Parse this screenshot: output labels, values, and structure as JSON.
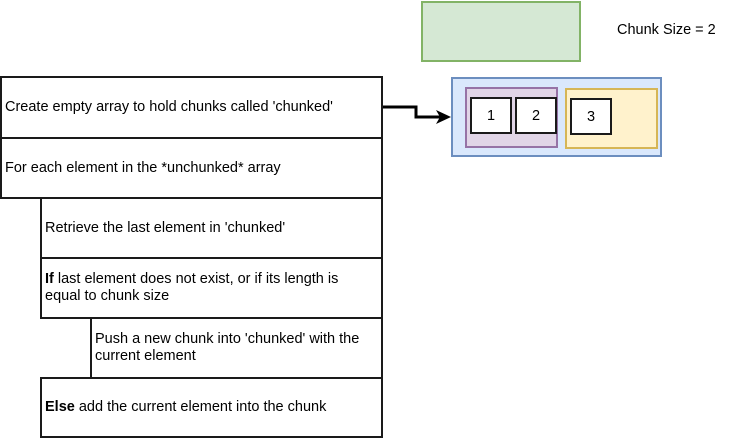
{
  "steps": [
    {
      "keyword": "",
      "text": "Create empty array to hold chunks called 'chunked'"
    },
    {
      "keyword": "",
      "text": "For each element in the *unchunked* array"
    },
    {
      "keyword": "",
      "text": "Retrieve the last element in 'chunked'"
    },
    {
      "keyword": "If",
      "text": " last element does not exist, or if its length is equal to chunk size"
    },
    {
      "keyword": "",
      "text": "Push a new chunk into 'chunked' with the current element"
    },
    {
      "keyword": "Else",
      "text": " add the current element into the chunk"
    }
  ],
  "chunk_size_label": "Chunk Size = 2",
  "chunked": {
    "chunks": [
      {
        "color": "#e1d5e7",
        "elements": [
          "1",
          "2"
        ]
      },
      {
        "color": "#fff2cc",
        "elements": [
          "3"
        ]
      }
    ]
  },
  "colors": {
    "input_box": "#d5e8d4",
    "outer_array": "#dae8fc",
    "chunk_1": "#e1d5e7",
    "chunk_2": "#fff2cc"
  }
}
